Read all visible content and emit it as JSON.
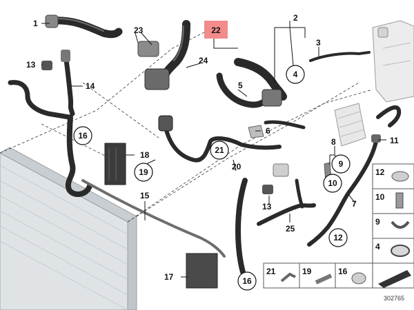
{
  "diagram": {
    "highlight_color": "#f28b8b",
    "highlighted_part": "22",
    "reference_number": "302765",
    "callouts": [
      {
        "id": "c1",
        "text": "1"
      },
      {
        "id": "c2",
        "text": "2"
      },
      {
        "id": "c3",
        "text": "3"
      },
      {
        "id": "c4",
        "text": "4",
        "circled": true
      },
      {
        "id": "c5",
        "text": "5"
      },
      {
        "id": "c6",
        "text": "6"
      },
      {
        "id": "c7",
        "text": "7"
      },
      {
        "id": "c8",
        "text": "8"
      },
      {
        "id": "c9",
        "text": "9",
        "circled": true
      },
      {
        "id": "c10",
        "text": "10",
        "circled": true
      },
      {
        "id": "c11",
        "text": "11"
      },
      {
        "id": "c12",
        "text": "12",
        "circled": true
      },
      {
        "id": "c13a",
        "text": "13"
      },
      {
        "id": "c13b",
        "text": "13"
      },
      {
        "id": "c14",
        "text": "14"
      },
      {
        "id": "c15",
        "text": "15"
      },
      {
        "id": "c16a",
        "text": "16",
        "circled": true
      },
      {
        "id": "c16b",
        "text": "16",
        "circled": true
      },
      {
        "id": "c17",
        "text": "17"
      },
      {
        "id": "c18",
        "text": "18"
      },
      {
        "id": "c19",
        "text": "19",
        "circled": true
      },
      {
        "id": "c20",
        "text": "20"
      },
      {
        "id": "c21",
        "text": "21",
        "circled": true
      },
      {
        "id": "c22",
        "text": "22",
        "highlighted": true
      },
      {
        "id": "c23",
        "text": "23"
      },
      {
        "id": "c24",
        "text": "24"
      },
      {
        "id": "c25",
        "text": "25"
      }
    ],
    "legend": {
      "right_column": [
        "12",
        "10",
        "9",
        "4"
      ],
      "bottom_row": [
        "21",
        "19",
        "16"
      ]
    }
  }
}
